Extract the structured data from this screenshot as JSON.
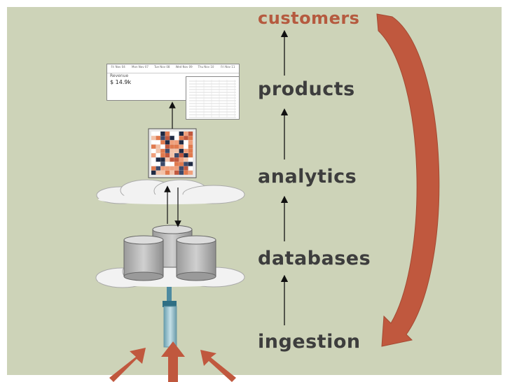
{
  "stages": [
    {
      "key": "customers",
      "label": "customers"
    },
    {
      "key": "products",
      "label": "products"
    },
    {
      "key": "analytics",
      "label": "analytics"
    },
    {
      "key": "databases",
      "label": "databases"
    },
    {
      "key": "ingestion",
      "label": "ingestion"
    }
  ],
  "dashboard": {
    "tabs": [
      "Fri Nov 04",
      "Mon Nov 07",
      "Tue Nov 08",
      "Wed Nov 09",
      "Thu Nov 10",
      "Fri Nov 11"
    ],
    "metric_label": "Revenue",
    "metric_value": "$ 14.9k"
  },
  "colors": {
    "background": "#cdd3b8",
    "accent": "#c0583e",
    "text": "#3d3d3d"
  }
}
